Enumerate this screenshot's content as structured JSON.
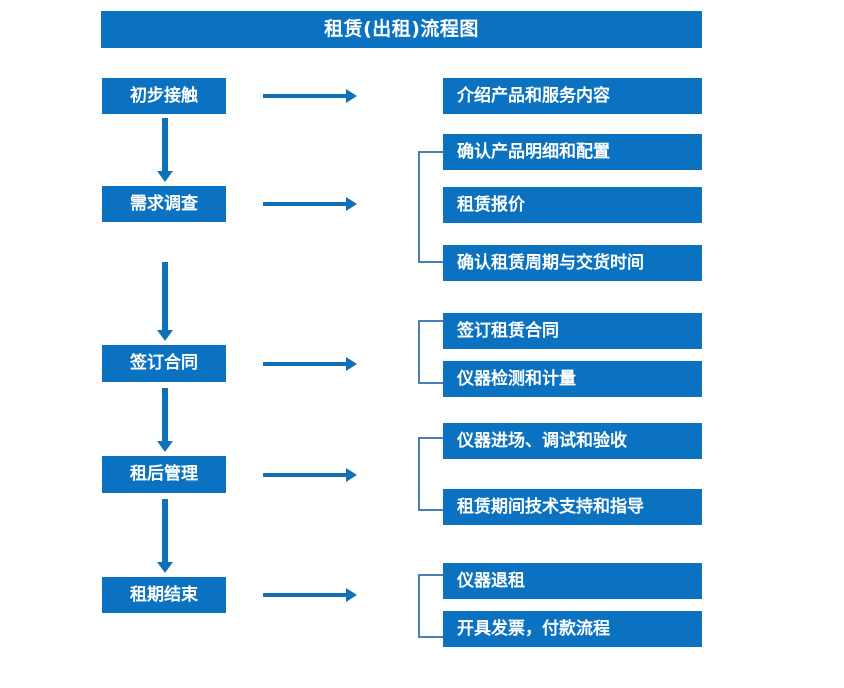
{
  "title": {
    "text": "租赁(出租)流程图"
  },
  "colors": {
    "box_blue": "#0A72C0",
    "arrow_blue": "#1071B8",
    "bracket_blue": "#4A7FB5",
    "box_text": "#FFFFFF",
    "background": "#FFFFFF"
  },
  "stages": [
    {
      "label": "初步接触"
    },
    {
      "label": "需求调查"
    },
    {
      "label": "签订合同"
    },
    {
      "label": "租后管理"
    },
    {
      "label": "租期结束"
    }
  ],
  "details": [
    {
      "label": "介绍产品和服务内容"
    },
    {
      "label": "确认产品明细和配置"
    },
    {
      "label": "租赁报价"
    },
    {
      "label": "确认租赁周期与交货时间"
    },
    {
      "label": "签订租赁合同"
    },
    {
      "label": "仪器检测和计量"
    },
    {
      "label": "仪器进场、调试和验收"
    },
    {
      "label": "租赁期间技术支持和指导"
    },
    {
      "label": "仪器退租"
    },
    {
      "label": "开具发票，付款流程"
    }
  ],
  "connectors": {
    "horizontal_arrow_count": 5,
    "vertical_arrow_count": 4,
    "bracket_count": 4
  }
}
